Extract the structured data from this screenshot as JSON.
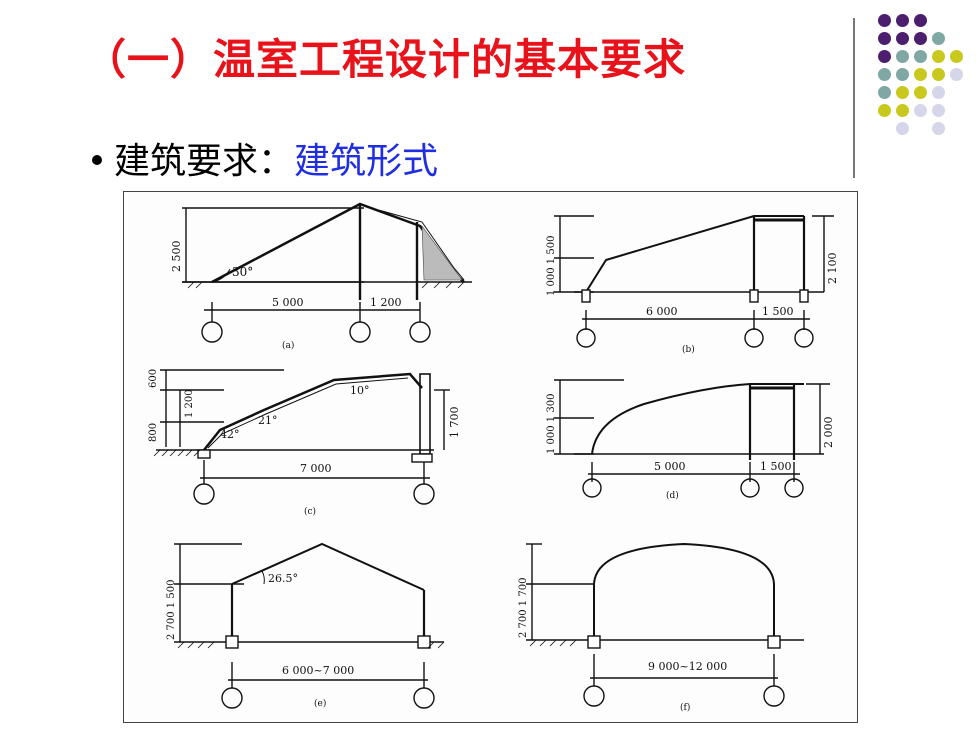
{
  "slide": {
    "title": "（一）温室工程设计的基本要求",
    "bullet_label": "建筑要求：",
    "bullet_value": "建筑形式"
  },
  "colors": {
    "title": "#e8121b",
    "bullet_value": "#1f2ee0",
    "dot_purple": "#4b1e6e",
    "dot_teal": "#7fa8a4",
    "dot_olive": "#c8c81e",
    "dot_lavender": "#d6d6ea"
  },
  "figure": {
    "a": {
      "caption": "(a)",
      "height": "2 500",
      "angle": "30°",
      "span1": "5 000",
      "span2": "1 200"
    },
    "b": {
      "caption": "(b)",
      "height": "1 000 1 500",
      "right_height": "2 100",
      "span1": "6 000",
      "span2": "1 500"
    },
    "c": {
      "caption": "(c)",
      "h_top": "600",
      "h_bottom": "800",
      "h_inner": "1 200",
      "right_height": "1 700",
      "angle1": "10°",
      "angle2": "21°",
      "angle3": "42°",
      "span": "7 000"
    },
    "d": {
      "caption": "(d)",
      "height": "1 000 1 300",
      "right_height": "2 000",
      "span1": "5 000",
      "span2": "1 500"
    },
    "e": {
      "caption": "(e)",
      "height": "2 700 1 500",
      "angle": "26.5°",
      "span": "6 000~7 000"
    },
    "f": {
      "caption": "(f)",
      "height": "2 700 1 700",
      "span": "9 000~12 000"
    }
  }
}
